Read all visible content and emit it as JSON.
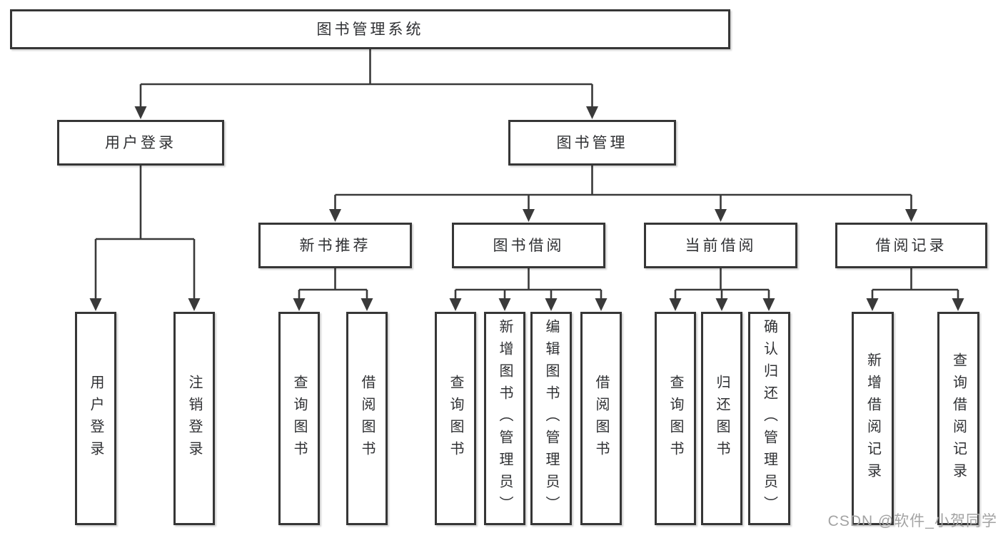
{
  "diagram": {
    "root": {
      "label": "图书管理系统"
    },
    "user_branch": {
      "label": "用户登录",
      "leaves": [
        "用户登录",
        "注销登录"
      ]
    },
    "book_branch": {
      "label": "图书管理",
      "sections": [
        {
          "label": "新书推荐",
          "leaves": [
            "查询图书",
            "借阅图书"
          ]
        },
        {
          "label": "图书借阅",
          "leaves": [
            "查询图书",
            "新增图书（管理员）",
            "编辑图书（管理员）",
            "借阅图书"
          ]
        },
        {
          "label": "当前借阅",
          "leaves": [
            "查询图书",
            "归还图书",
            "确认归还（管理员）"
          ]
        },
        {
          "label": "借阅记录",
          "leaves": [
            "新增借阅记录",
            "查询借阅记录"
          ]
        }
      ]
    }
  },
  "watermark": {
    "text": "CSDN @软件_小贺同学"
  },
  "colors": {
    "line": "#3a3a3a",
    "box_border": "#363636",
    "box_fill": "#ffffff",
    "text": "#2f3033",
    "watermark": "#a3a3a3",
    "background": "#ffffff"
  }
}
